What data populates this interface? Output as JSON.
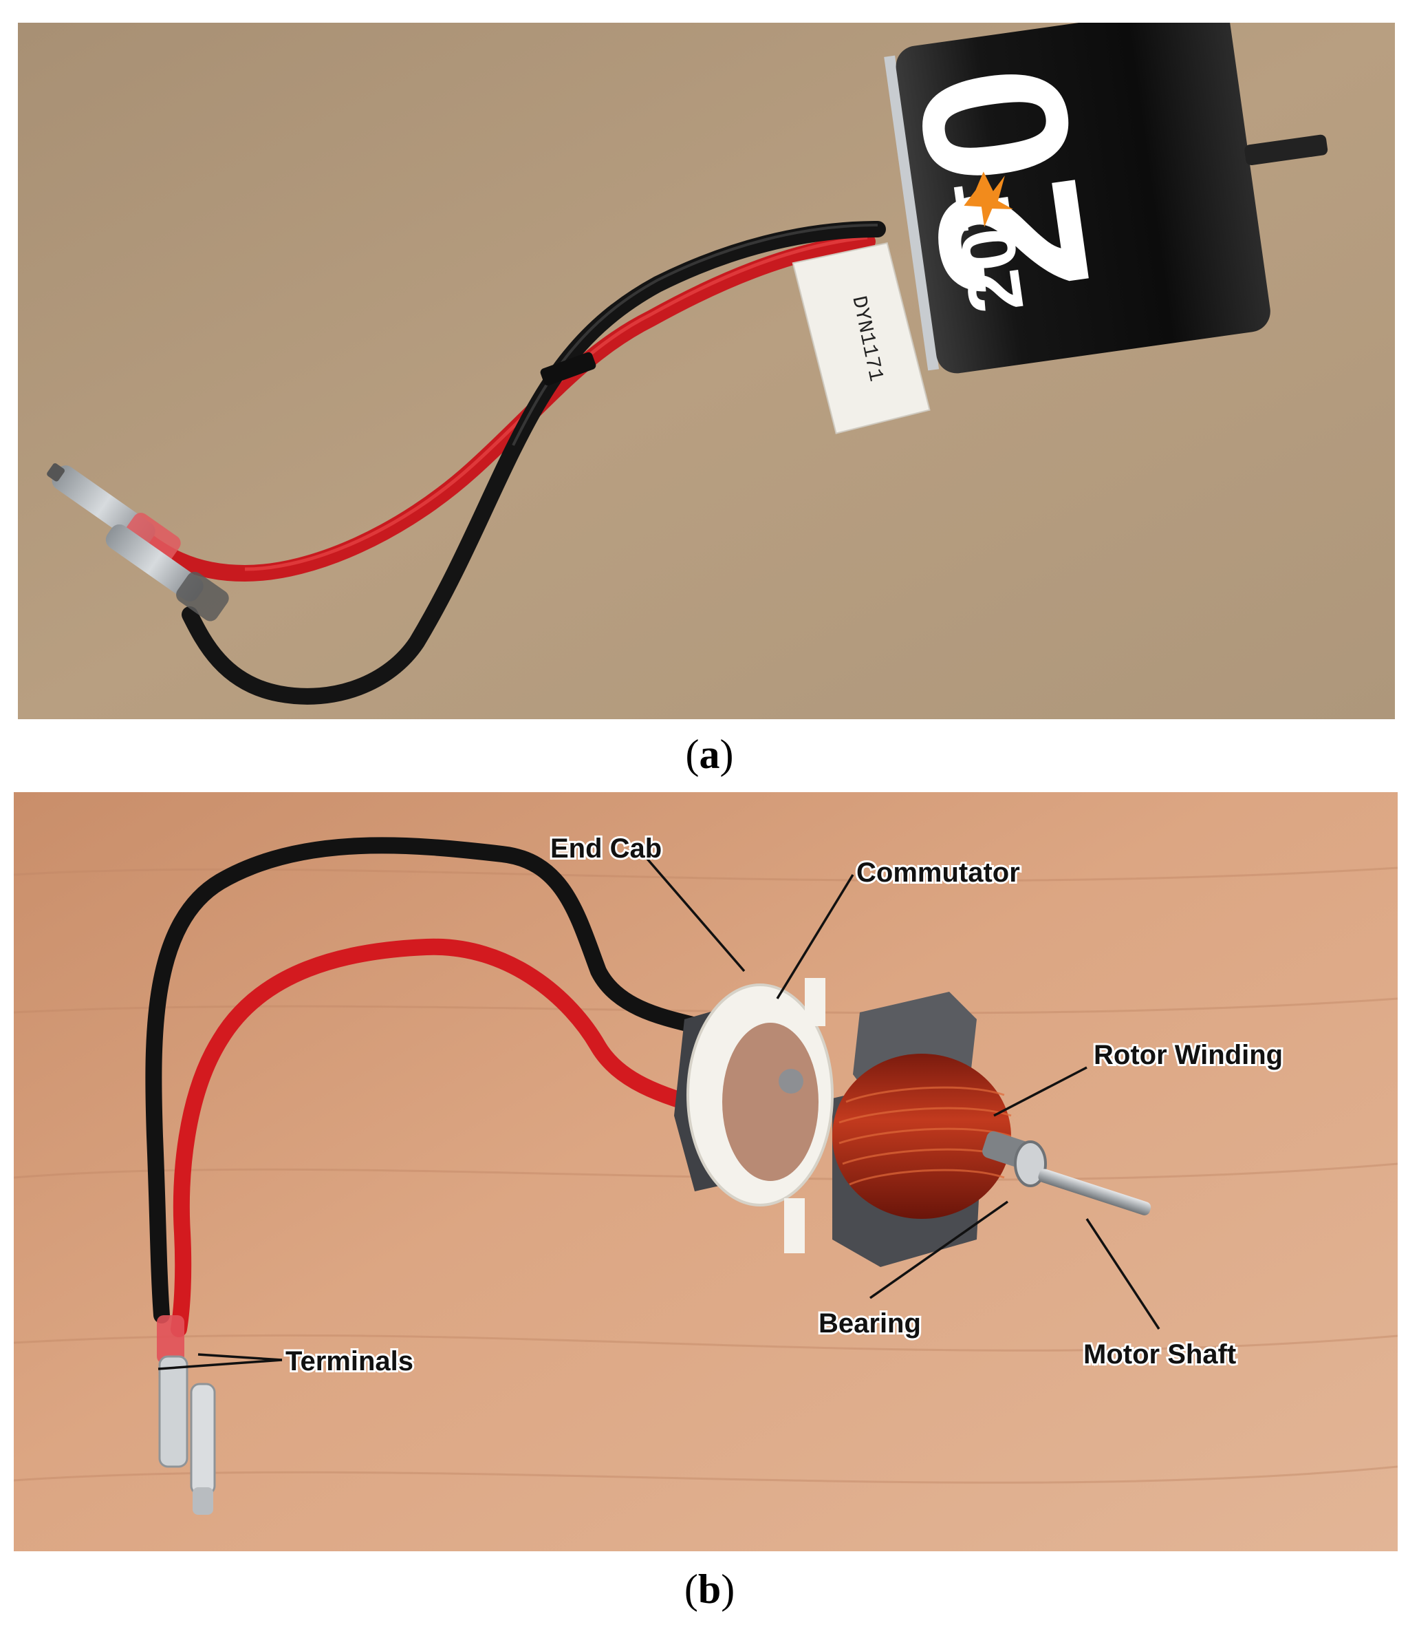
{
  "figure": {
    "panel_a": {
      "caption_open": "(",
      "caption_letter": "a",
      "caption_close": ")",
      "motor_label_big": "20",
      "motor_label_small": "20T",
      "tag_text": "DYN1171"
    },
    "panel_b": {
      "caption_open": "(",
      "caption_letter": "b",
      "caption_close": ")",
      "callouts": {
        "end_cab": "End Cab",
        "commutator": "Commutator",
        "rotor_winding": "Rotor Winding",
        "bearing": "Bearing",
        "motor_shaft": "Motor Shaft",
        "terminals": "Terminals"
      }
    }
  },
  "colors": {
    "background_a": "#b39a7c",
    "background_b": "#d8a07c",
    "wire_red": "#d71920",
    "wire_black": "#151515",
    "winding_copper": "#b2331b",
    "end_cap_white": "#f2f0ea",
    "stator_gray": "#4d4f54"
  }
}
